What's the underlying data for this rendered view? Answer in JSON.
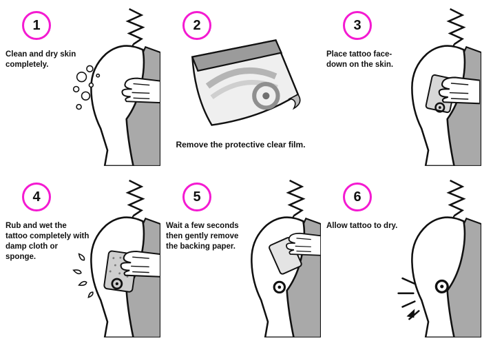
{
  "poster": {
    "description": "Temporary tattoo application instructions"
  },
  "colors": {
    "badge_ring": "#f41ad1",
    "ink": "#111111",
    "shirt_gray": "#a9a9a9"
  },
  "steps": [
    {
      "number": "1",
      "text": "Clean and dry skin completely."
    },
    {
      "number": "2",
      "text": "Remove the protective clear film."
    },
    {
      "number": "3",
      "text": "Place tattoo face-down on the skin."
    },
    {
      "number": "4",
      "text": "Rub and wet the tattoo completely with damp cloth or sponge."
    },
    {
      "number": "5",
      "text": "Wait a few seconds then gently remove the backing paper."
    },
    {
      "number": "6",
      "text": "Allow tattoo to dry."
    }
  ]
}
